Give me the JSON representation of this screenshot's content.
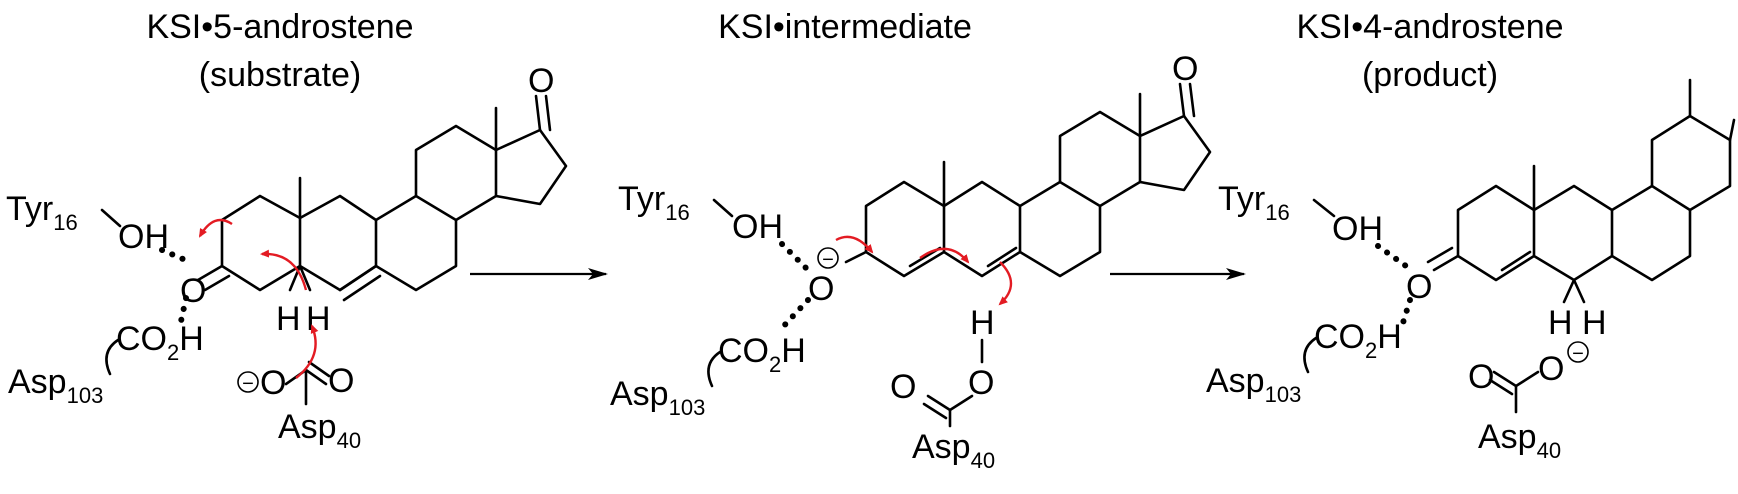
{
  "panels": [
    {
      "title_line1": "KSI•5-androstene",
      "title_line2": "(substrate)"
    },
    {
      "title_line1": "KSI•intermediate",
      "title_line2": ""
    },
    {
      "title_line1": "KSI•4-androstene",
      "title_line2": "(product)"
    }
  ],
  "labels": {
    "tyr": "Tyr",
    "tyr_sub": "16",
    "oh": "OH",
    "asp103": "Asp",
    "asp103_sub": "103",
    "co2h": "CO",
    "co2h_sub": "2",
    "co2h_end": "H",
    "asp40": "Asp",
    "asp40_sub": "40",
    "o": "O",
    "h": "H",
    "minus": "−"
  },
  "colors": {
    "ink": "#000000",
    "arrow_red": "#e31b23"
  }
}
